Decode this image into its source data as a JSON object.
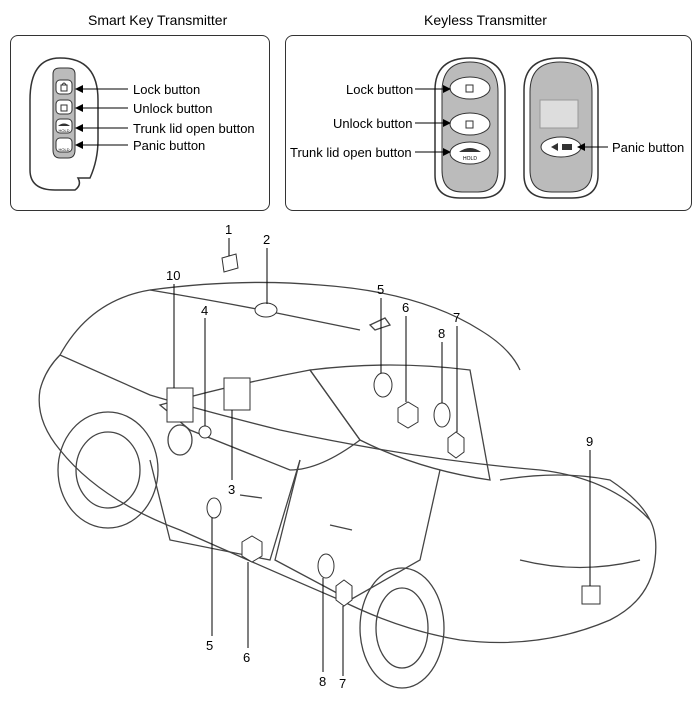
{
  "smart_key": {
    "title": "Smart Key Transmitter",
    "labels": [
      "Lock button",
      "Unlock button",
      "Trunk lid open button",
      "Panic button"
    ],
    "hold1": "HOLD",
    "hold2": "HOLD"
  },
  "keyless": {
    "title": "Keyless Transmitter",
    "labels_left": [
      "Lock button",
      "Unlock button",
      "Trunk lid open button"
    ],
    "label_right": "Panic button",
    "hold": "HOLD"
  },
  "callouts": [
    "1",
    "2",
    "3",
    "4",
    "5",
    "6",
    "7",
    "8",
    "5",
    "6",
    "7",
    "8",
    "9",
    "10"
  ]
}
